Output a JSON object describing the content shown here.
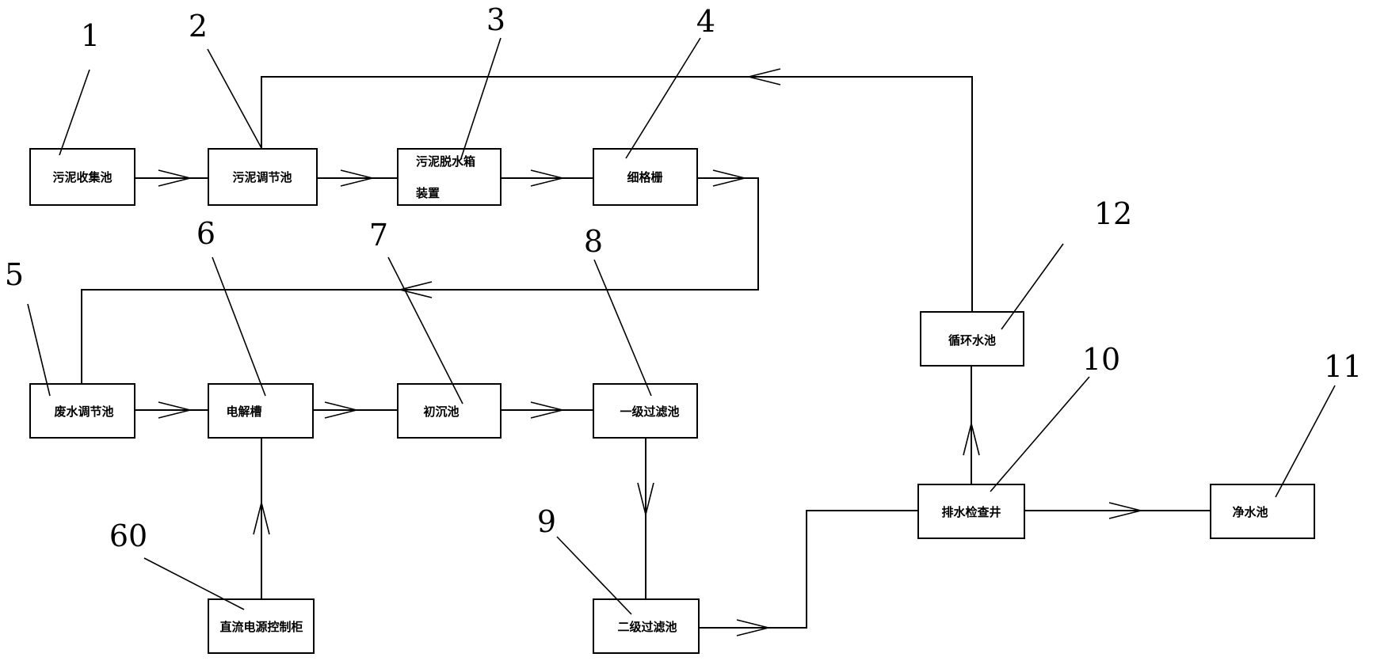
{
  "boxes": {
    "b1": "污泥收集池",
    "b2": "污泥调节池",
    "b3a": "污泥脱水箱",
    "b3b": "装置",
    "b4": "细格栅",
    "b5": "废水调节池",
    "b6": "电解槽",
    "b7": "初沉池",
    "b8": "一级过滤池",
    "b9": "二级过滤池",
    "b10": "排水检查井",
    "b11": "净水池",
    "b12": "循环水池",
    "b60": "直流电源控制柜"
  },
  "callouts": {
    "n1": "1",
    "n2": "2",
    "n3": "3",
    "n4": "4",
    "n5": "5",
    "n6": "6",
    "n7": "7",
    "n8": "8",
    "n9": "9",
    "n10": "10",
    "n11": "11",
    "n12": "12",
    "n60": "60"
  }
}
